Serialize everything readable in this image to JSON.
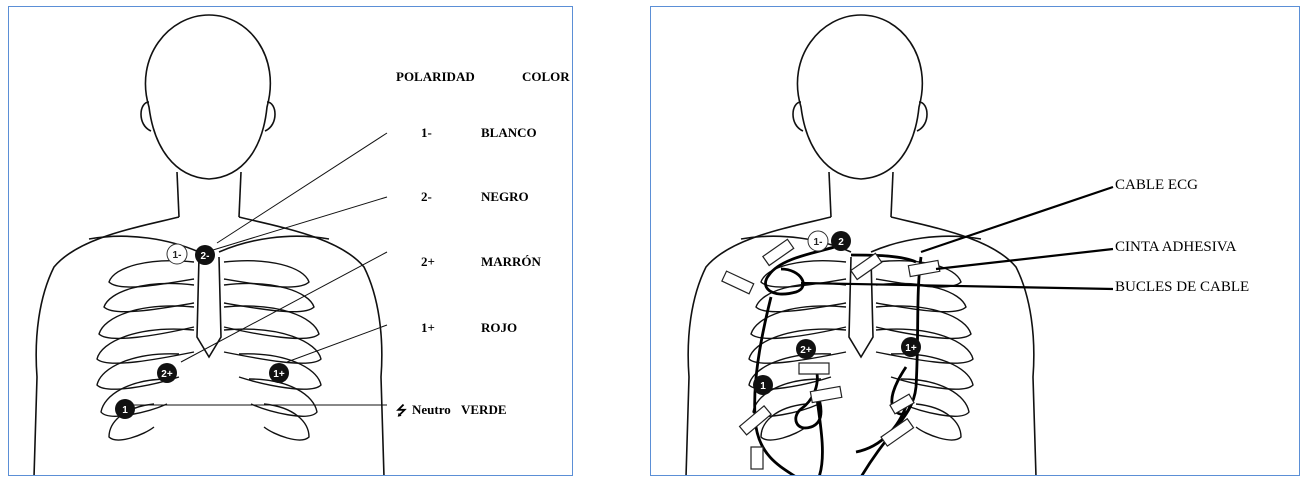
{
  "left_panel": {
    "header_polarity": "POLARIDAD",
    "header_color": "COLOR",
    "rows": [
      {
        "polarity": "1-",
        "color": "BLANCO"
      },
      {
        "polarity": "2-",
        "color": "NEGRO"
      },
      {
        "polarity": "2+",
        "color": "MARRÓN"
      },
      {
        "polarity": "1+",
        "color": "ROJO"
      },
      {
        "polarity": "Neutro",
        "color": "VERDE"
      }
    ],
    "electrodes": [
      "1-",
      "2-",
      "2+",
      "1+",
      "1"
    ]
  },
  "right_panel": {
    "callouts": [
      "CABLE ECG",
      "CINTA ADHESIVA",
      "BUCLES DE CABLE"
    ],
    "electrodes": [
      "1-",
      "2",
      "2+",
      "1+",
      "1"
    ]
  }
}
